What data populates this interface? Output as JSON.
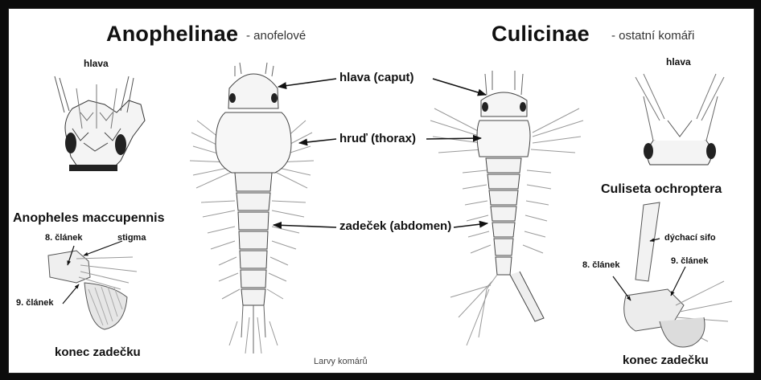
{
  "left_title": "Anophelinae",
  "left_subtitle": "- anofelové",
  "right_title": "Culicinae",
  "right_subtitle": "- ostatní komáři",
  "head_label_left": "hlava",
  "head_label_right": "hlava",
  "label_caput": "hlava (caput)",
  "label_thorax": "hruď (thorax)",
  "label_abdomen": "zadeček (abdomen)",
  "species_left": "Anopheles maccupennis",
  "species_right": "Culiseta ochroptera",
  "left_segment8": "8. článek",
  "left_stigma": "stigma",
  "left_segment9": "9. článek",
  "right_siphon": "dýchací sifo",
  "right_segment8": "8. článek",
  "right_segment9": "9. článek",
  "end_left": "konec zadečku",
  "end_right": "konec zadečku",
  "caption": "Larvy komárů",
  "colors": {
    "ink": "#111111",
    "shade": "#8a8a8a",
    "light": "#c8c8c8"
  }
}
